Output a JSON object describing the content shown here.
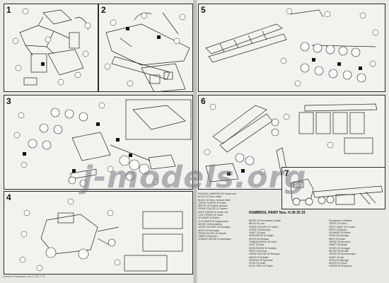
{
  "steps": [
    {
      "number": "1"
    },
    {
      "number": "2"
    },
    {
      "number": "3"
    },
    {
      "number": "4"
    },
    {
      "number": "5"
    },
    {
      "number": "6"
    },
    {
      "number": "7"
    }
  ],
  "paint_guide": {
    "title": "HUMBROL PAINT Nos. H 28 30 33",
    "left_lines": [
      "PAINTING, MARKING SE Tractor unit",
      "BLACK 33 Tyres, seats",
      "BLACK 33 Tyres, vehicule trailer",
      "TEINTE FONCEE 30 Trailer",
      "BRIGHT 28 Tracteur dessous",
      "FERNS FONCEE 30 Tracteur",
      "DARK GREEN 30 Tractor unit",
      "LICHT GREEN 30 Trailer",
      "SCHWARZ 33 Reifen",
      "OLIVGRUEN 30 Zugmaschine",
      "NEGRO 33 Neumaticos",
      "VERDE OSCURO 30 Remolque",
      "NERO 33 Pneumatici",
      "VERDE SCURO 30 Trattore",
      "ZWART 33 Banden",
      "DONKER GROEN 30 Aanhanger"
    ],
    "mid_lines": [
      "NEGRO 33 Neumaticos, llantas",
      "BEIGE 28 Lona",
      "VERDE OSCURO 30 Tractor",
      "VERDE 30 Remolque",
      "SVART 33 Dack",
      "MORKGRON 30 Dragbil",
      "MUSTA 33 Renkaat",
      "TUMMANVIHREA 30 Veturi",
      "SORT 33 Daek",
      "MORKEGRON 30 Traekker",
      "PRETO 33 Pneus",
      "VERDE ESCURO 30 Reboque",
      "MAVRO 33 Elastika",
      "PRASINO 30 Rymoulko",
      "SIYAH 33 Lastik",
      "KOYU YESIL 30 Treyler"
    ],
    "right_lines": [
      "Europaische Lackfarbe",
      "TEINTE 33 Pneus",
      "VERT FONCE 30 Tracteur",
      "PRETO 28 Bache",
      "SCHWARZ 33 Reifen",
      "GRUN 30 Anhanger",
      "NERO 33 Ruote",
      "VERDE 30 Rimorchio",
      "ZWART 33 Wielen",
      "GROEN 30 Oplegger",
      "NEGRO 33 Ruedas",
      "VERDE 30 Semirremolque",
      "SVART 33 Hjul",
      "GRON 30 Slapvagn",
      "MUSTA 33 Pyorat",
      "VIHREA 30 Perävaunu"
    ]
  },
  "footer": "Humbrol Publication, A.N.O.TZZ 7.76",
  "watermark": "j-models.org"
}
